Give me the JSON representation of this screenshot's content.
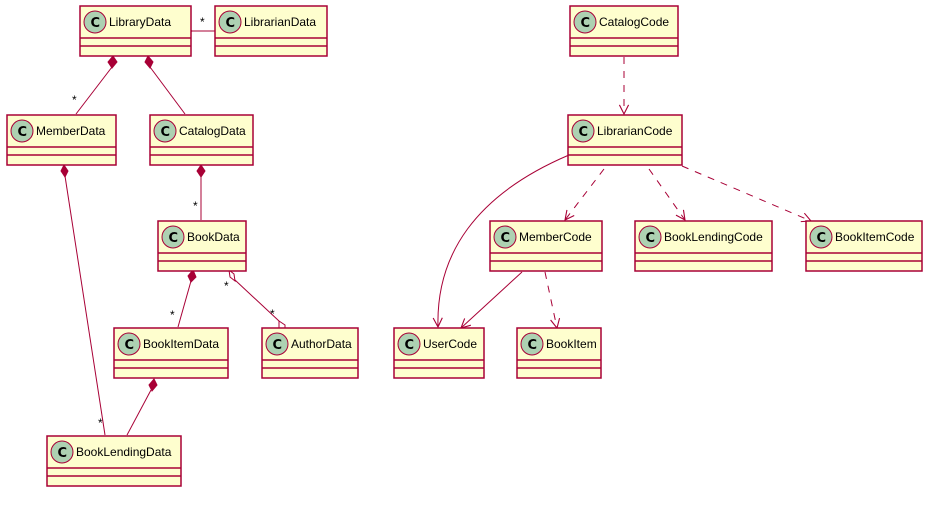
{
  "diagram": {
    "type": "uml-class-diagram",
    "colors": {
      "box_fill": "#FEFECE",
      "border": "#A80036",
      "circle_fill": "#ADD1B2"
    },
    "class_marker": "C",
    "classes": {
      "library_data": "LibraryData",
      "librarian_data": "LibrarianData",
      "member_data": "MemberData",
      "catalog_data": "CatalogData",
      "book_data": "BookData",
      "book_item_data": "BookItemData",
      "author_data": "AuthorData",
      "book_lending_data": "BookLendingData",
      "catalog_code": "CatalogCode",
      "librarian_code": "LibrarianCode",
      "member_code": "MemberCode",
      "book_lending_code": "BookLendingCode",
      "book_item_code": "BookItemCode",
      "user_code": "UserCode",
      "book_item": "BookItem"
    },
    "multiplicities": {
      "library_to_librarian": "*",
      "library_to_member": "*",
      "catalog_to_book": "*",
      "book_to_book_item": "*",
      "book_to_author_source": "*",
      "book_to_author_target": "*",
      "member_to_lending": "*"
    },
    "relations": [
      {
        "from": "LibraryData",
        "to": "LibrarianData",
        "kind": "composition"
      },
      {
        "from": "LibraryData",
        "to": "MemberData",
        "kind": "composition"
      },
      {
        "from": "LibraryData",
        "to": "CatalogData",
        "kind": "composition"
      },
      {
        "from": "CatalogData",
        "to": "BookData",
        "kind": "composition"
      },
      {
        "from": "MemberData",
        "to": "BookLendingData",
        "kind": "composition"
      },
      {
        "from": "BookData",
        "to": "BookItemData",
        "kind": "composition"
      },
      {
        "from": "BookData",
        "to": "AuthorData",
        "kind": "aggregation"
      },
      {
        "from": "BookItemData",
        "to": "BookLendingData",
        "kind": "composition"
      },
      {
        "from": "CatalogCode",
        "to": "LibrarianCode",
        "kind": "dependency"
      },
      {
        "from": "LibrarianCode",
        "to": "UserCode",
        "kind": "association"
      },
      {
        "from": "LibrarianCode",
        "to": "MemberCode",
        "kind": "dependency"
      },
      {
        "from": "LibrarianCode",
        "to": "BookLendingCode",
        "kind": "dependency"
      },
      {
        "from": "LibrarianCode",
        "to": "BookItemCode",
        "kind": "dependency"
      },
      {
        "from": "MemberCode",
        "to": "UserCode",
        "kind": "association"
      },
      {
        "from": "MemberCode",
        "to": "BookItem",
        "kind": "dependency"
      }
    ]
  }
}
